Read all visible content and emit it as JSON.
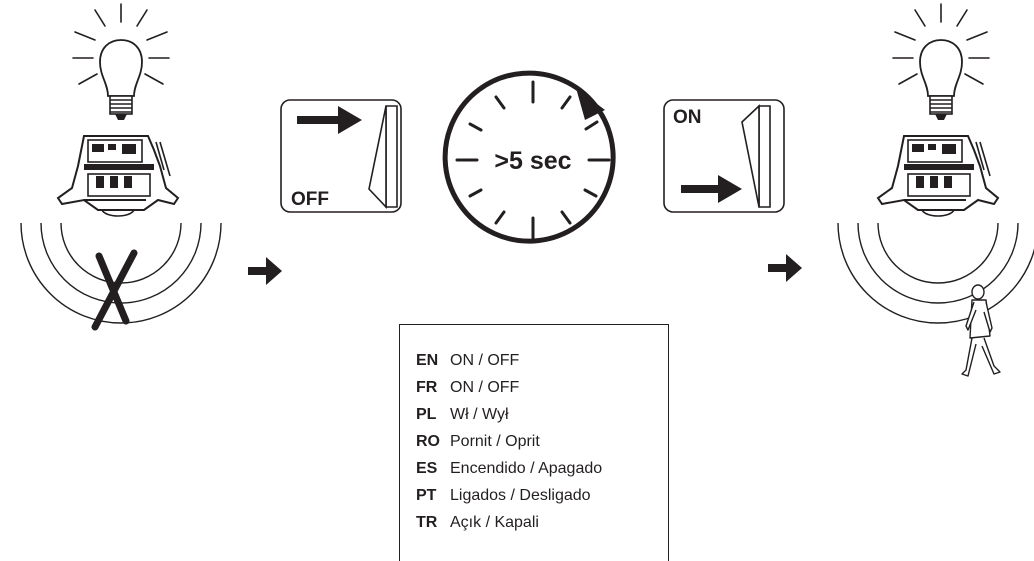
{
  "switch_off": {
    "label": "OFF"
  },
  "switch_on": {
    "label": "ON"
  },
  "timer": {
    "label": ">5 sec"
  },
  "legend": {
    "rows": [
      {
        "code": "EN",
        "text": "ON / OFF"
      },
      {
        "code": "FR",
        "text": "ON / OFF"
      },
      {
        "code": "PL",
        "text": "Wł / Wył"
      },
      {
        "code": "RO",
        "text": "Pornit / Oprit"
      },
      {
        "code": "ES",
        "text": "Encendido / Apagado"
      },
      {
        "code": "PT",
        "text": "Ligados / Desligado"
      },
      {
        "code": "TR",
        "text": "Açık / Kapali"
      }
    ]
  },
  "icons": {
    "bulb": "light-bulb-icon",
    "sensor": "motion-sensor-icon",
    "no_detection": "x-mark-icon",
    "person": "walking-person-icon",
    "arrow": "arrow-right-icon"
  },
  "colors": {
    "ink": "#231f20",
    "background": "#ffffff"
  }
}
